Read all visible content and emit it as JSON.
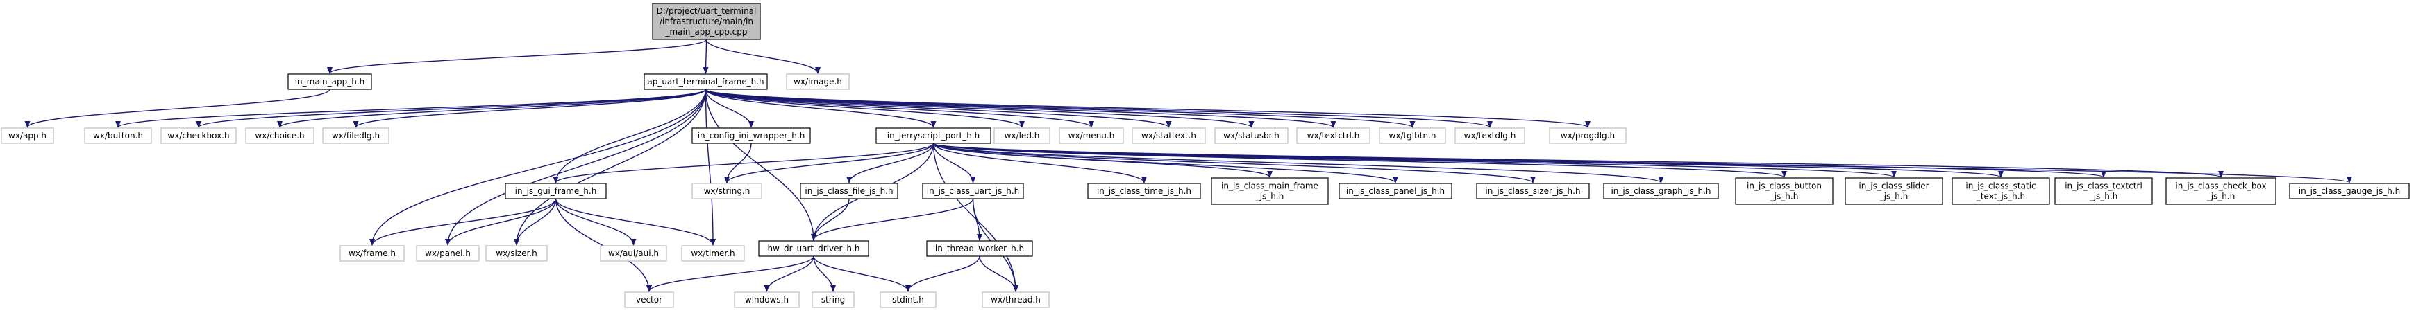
{
  "graph_title": "",
  "colors": {
    "edge": "#191970",
    "root_fill": "#bfbfbf",
    "root_stroke": "#000000",
    "local_fill": "#ffffff",
    "local_stroke": "#000000",
    "system_fill": "#ffffff",
    "system_stroke": "#bfbfbf",
    "text": "#000000"
  },
  "nodes": [
    {
      "id": "root",
      "kind": "root",
      "lines": [
        "D:/project/uart_terminal",
        "/infrastructure/main/in",
        "_main_app_cpp.cpp"
      ]
    },
    {
      "id": "in_main_app_h",
      "kind": "local",
      "lines": [
        "in_main_app_h.h"
      ]
    },
    {
      "id": "ap_uart",
      "kind": "local",
      "lines": [
        "ap_uart_terminal_frame_h.h"
      ]
    },
    {
      "id": "wx_image",
      "kind": "system",
      "lines": [
        "wx/image.h"
      ]
    },
    {
      "id": "wx_app",
      "kind": "system",
      "lines": [
        "wx/app.h"
      ]
    },
    {
      "id": "wx_button",
      "kind": "system",
      "lines": [
        "wx/button.h"
      ]
    },
    {
      "id": "wx_checkbox",
      "kind": "system",
      "lines": [
        "wx/checkbox.h"
      ]
    },
    {
      "id": "wx_choice",
      "kind": "system",
      "lines": [
        "wx/choice.h"
      ]
    },
    {
      "id": "wx_filedlg",
      "kind": "system",
      "lines": [
        "wx/filedlg.h"
      ]
    },
    {
      "id": "in_config",
      "kind": "local",
      "lines": [
        "in_config_ini_wrapper_h.h"
      ]
    },
    {
      "id": "in_jerry",
      "kind": "local",
      "lines": [
        "in_jerryscript_port_h.h"
      ]
    },
    {
      "id": "wx_led",
      "kind": "system",
      "lines": [
        "wx/led.h"
      ]
    },
    {
      "id": "wx_menu",
      "kind": "system",
      "lines": [
        "wx/menu.h"
      ]
    },
    {
      "id": "wx_stattext",
      "kind": "system",
      "lines": [
        "wx/stattext.h"
      ]
    },
    {
      "id": "wx_statusbr",
      "kind": "system",
      "lines": [
        "wx/statusbr.h"
      ]
    },
    {
      "id": "wx_textctrl",
      "kind": "system",
      "lines": [
        "wx/textctrl.h"
      ]
    },
    {
      "id": "wx_tglbtn",
      "kind": "system",
      "lines": [
        "wx/tglbtn.h"
      ]
    },
    {
      "id": "wx_textdlg",
      "kind": "system",
      "lines": [
        "wx/textdlg.h"
      ]
    },
    {
      "id": "wx_progdlg",
      "kind": "system",
      "lines": [
        "wx/progdlg.h"
      ]
    },
    {
      "id": "in_js_gui",
      "kind": "local",
      "lines": [
        "in_js_gui_frame_h.h"
      ]
    },
    {
      "id": "wx_string",
      "kind": "system",
      "lines": [
        "wx/string.h"
      ]
    },
    {
      "id": "in_js_file",
      "kind": "local",
      "lines": [
        "in_js_class_file_js_h.h"
      ]
    },
    {
      "id": "in_js_uart",
      "kind": "local",
      "lines": [
        "in_js_class_uart_js_h.h"
      ]
    },
    {
      "id": "in_js_time",
      "kind": "local",
      "lines": [
        "in_js_class_time_js_h.h"
      ]
    },
    {
      "id": "in_js_mainframe",
      "kind": "local",
      "lines": [
        "in_js_class_main_frame",
        "_js_h.h"
      ]
    },
    {
      "id": "in_js_panel",
      "kind": "local",
      "lines": [
        "in_js_class_panel_js_h.h"
      ]
    },
    {
      "id": "in_js_sizer",
      "kind": "local",
      "lines": [
        "in_js_class_sizer_js_h.h"
      ]
    },
    {
      "id": "in_js_graph",
      "kind": "local",
      "lines": [
        "in_js_class_graph_js_h.h"
      ]
    },
    {
      "id": "in_js_button",
      "kind": "local",
      "lines": [
        "in_js_class_button",
        "_js_h.h"
      ]
    },
    {
      "id": "in_js_slider",
      "kind": "local",
      "lines": [
        "in_js_class_slider",
        "_js_h.h"
      ]
    },
    {
      "id": "in_js_static",
      "kind": "local",
      "lines": [
        "in_js_class_static",
        "_text_js_h.h"
      ]
    },
    {
      "id": "in_js_textctrl",
      "kind": "local",
      "lines": [
        "in_js_class_textctrl",
        "_js_h.h"
      ]
    },
    {
      "id": "in_js_checkbox",
      "kind": "local",
      "lines": [
        "in_js_class_check_box",
        "_js_h.h"
      ]
    },
    {
      "id": "in_js_gauge",
      "kind": "local",
      "lines": [
        "in_js_class_gauge_js_h.h"
      ]
    },
    {
      "id": "wx_frame",
      "kind": "system",
      "lines": [
        "wx/frame.h"
      ]
    },
    {
      "id": "wx_panel",
      "kind": "system",
      "lines": [
        "wx/panel.h"
      ]
    },
    {
      "id": "wx_sizer",
      "kind": "system",
      "lines": [
        "wx/sizer.h"
      ]
    },
    {
      "id": "wx_aui",
      "kind": "system",
      "lines": [
        "wx/aui/aui.h"
      ]
    },
    {
      "id": "wx_timer",
      "kind": "system",
      "lines": [
        "wx/timer.h"
      ]
    },
    {
      "id": "hw_dr_uart",
      "kind": "local",
      "lines": [
        "hw_dr_uart_driver_h.h"
      ]
    },
    {
      "id": "in_thread",
      "kind": "local",
      "lines": [
        "in_thread_worker_h.h"
      ]
    },
    {
      "id": "vector",
      "kind": "system",
      "lines": [
        "vector"
      ]
    },
    {
      "id": "windows_h",
      "kind": "system",
      "lines": [
        "windows.h"
      ]
    },
    {
      "id": "string",
      "kind": "system",
      "lines": [
        "string"
      ]
    },
    {
      "id": "stdint_h",
      "kind": "system",
      "lines": [
        "stdint.h"
      ]
    },
    {
      "id": "wx_thread",
      "kind": "system",
      "lines": [
        "wx/thread.h"
      ]
    }
  ],
  "edges": [
    [
      "root",
      "in_main_app_h"
    ],
    [
      "root",
      "ap_uart"
    ],
    [
      "root",
      "wx_image"
    ],
    [
      "in_main_app_h",
      "wx_app"
    ],
    [
      "ap_uart",
      "wx_button"
    ],
    [
      "ap_uart",
      "wx_checkbox"
    ],
    [
      "ap_uart",
      "wx_choice"
    ],
    [
      "ap_uart",
      "wx_filedlg"
    ],
    [
      "ap_uart",
      "in_config"
    ],
    [
      "ap_uart",
      "in_jerry"
    ],
    [
      "ap_uart",
      "wx_led"
    ],
    [
      "ap_uart",
      "wx_menu"
    ],
    [
      "ap_uart",
      "wx_stattext"
    ],
    [
      "ap_uart",
      "wx_statusbr"
    ],
    [
      "ap_uart",
      "wx_textctrl"
    ],
    [
      "ap_uart",
      "wx_tglbtn"
    ],
    [
      "ap_uart",
      "wx_textdlg"
    ],
    [
      "ap_uart",
      "wx_progdlg"
    ],
    [
      "ap_uart",
      "in_js_gui"
    ],
    [
      "ap_uart",
      "wx_frame"
    ],
    [
      "ap_uart",
      "wx_panel"
    ],
    [
      "ap_uart",
      "wx_sizer"
    ],
    [
      "ap_uart",
      "wx_timer"
    ],
    [
      "ap_uart",
      "hw_dr_uart"
    ],
    [
      "in_config",
      "wx_string"
    ],
    [
      "in_jerry",
      "in_js_gui"
    ],
    [
      "in_jerry",
      "wx_string"
    ],
    [
      "in_jerry",
      "in_js_file"
    ],
    [
      "in_jerry",
      "in_js_uart"
    ],
    [
      "in_jerry",
      "in_js_time"
    ],
    [
      "in_jerry",
      "in_js_mainframe"
    ],
    [
      "in_jerry",
      "in_js_panel"
    ],
    [
      "in_jerry",
      "in_js_sizer"
    ],
    [
      "in_jerry",
      "in_js_graph"
    ],
    [
      "in_jerry",
      "in_js_button"
    ],
    [
      "in_jerry",
      "in_js_slider"
    ],
    [
      "in_jerry",
      "in_js_static"
    ],
    [
      "in_jerry",
      "in_js_textctrl"
    ],
    [
      "in_jerry",
      "in_js_checkbox"
    ],
    [
      "in_jerry",
      "in_js_gauge"
    ],
    [
      "in_jerry",
      "hw_dr_uart"
    ],
    [
      "in_jerry",
      "wx_thread"
    ],
    [
      "in_js_gui",
      "wx_frame"
    ],
    [
      "in_js_gui",
      "wx_panel"
    ],
    [
      "in_js_gui",
      "wx_sizer"
    ],
    [
      "in_js_gui",
      "wx_aui"
    ],
    [
      "in_js_gui",
      "wx_timer"
    ],
    [
      "in_js_gui",
      "vector"
    ],
    [
      "in_js_file",
      "hw_dr_uart"
    ],
    [
      "in_js_uart",
      "hw_dr_uart"
    ],
    [
      "in_js_uart",
      "in_thread"
    ],
    [
      "in_js_uart",
      "wx_thread"
    ],
    [
      "hw_dr_uart",
      "vector"
    ],
    [
      "hw_dr_uart",
      "windows_h"
    ],
    [
      "hw_dr_uart",
      "string"
    ],
    [
      "hw_dr_uart",
      "stdint_h"
    ],
    [
      "in_thread",
      "stdint_h"
    ],
    [
      "in_thread",
      "wx_thread"
    ]
  ]
}
